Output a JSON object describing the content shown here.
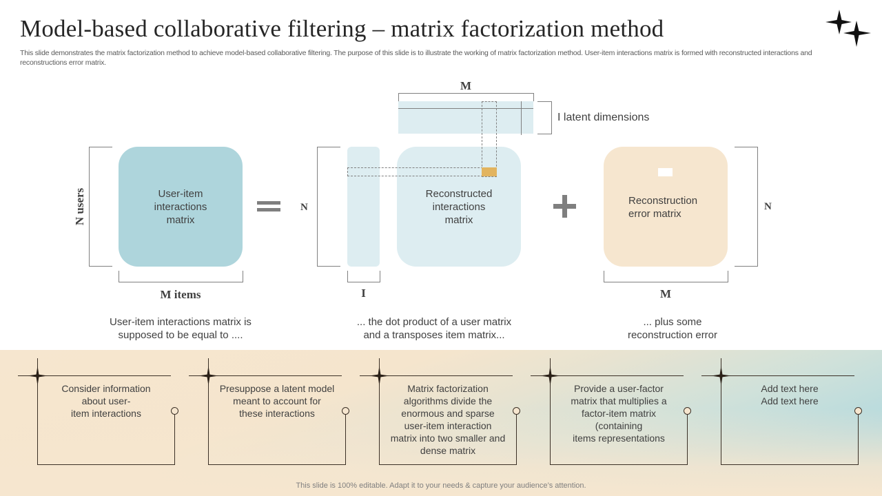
{
  "header": {
    "title": "Model-based collaborative filtering – matrix factorization method",
    "subtitle": "This slide demonstrates the matrix factorization method to achieve model-based collaborative filtering. The purpose of this slide is to illustrate the working of matrix factorization method. User-item interactions matrix is formed with reconstructed interactions and reconstructions error matrix.",
    "decoration_icon": "sparkles-icon"
  },
  "diagram": {
    "user_item_matrix": {
      "label": "User-item interactions matrix",
      "lines": [
        "User-item",
        "interactions",
        "matrix"
      ],
      "rows_label": "N users",
      "cols_label": "M items",
      "color": "#aed5dc"
    },
    "equals_symbol": "equals-icon",
    "user_matrix": {
      "rows_label": "N",
      "cols_label": "I",
      "color": "#ddedf1"
    },
    "item_matrix": {
      "cols_label": "M",
      "rows_label": "I latent dimensions",
      "color": "#ddedf1"
    },
    "reconstructed_matrix": {
      "label": "Reconstructed interactions matrix",
      "lines": [
        "Reconstructed",
        "interactions",
        "matrix"
      ],
      "color": "#ddedf1",
      "highlight_cell_color": "#e2b45f"
    },
    "plus_symbol": "plus-icon",
    "error_matrix": {
      "label": "Reconstruction error matrix",
      "lines": [
        "Reconstruction",
        "error matrix"
      ],
      "rows_label": "N",
      "cols_label": "M",
      "color": "#f6e6cf"
    },
    "captions": [
      {
        "lines": [
          "User-item interactions matrix is",
          "supposed to be equal to ...."
        ]
      },
      {
        "lines": [
          "... the dot product of a user matrix",
          "and a transposes item matrix..."
        ]
      },
      {
        "lines": [
          "... plus some",
          "reconstruction  error"
        ]
      }
    ]
  },
  "steps": [
    {
      "icon": "sparkle-icon",
      "text": "Consider information about user-item interactions",
      "lines": [
        "Consider information",
        "about user-",
        "item interactions"
      ]
    },
    {
      "icon": "sparkle-icon",
      "text": "Presuppose a latent model meant to account for these interactions",
      "lines": [
        "Presuppose a latent model",
        "meant to account for",
        "these interactions"
      ]
    },
    {
      "icon": "sparkle-icon",
      "text": "Matrix factorization algorithms divide the enormous and sparse user-item interaction matrix into two smaller and dense matrix",
      "lines": [
        "Matrix factorization",
        "algorithms divide the",
        "enormous and sparse",
        "user-item interaction",
        "matrix into two smaller and",
        "dense matrix"
      ]
    },
    {
      "icon": "sparkle-icon",
      "text": "Provide a user-factor matrix that multiplies a factor-item matrix (containing items representations",
      "lines": [
        "Provide a user-factor",
        "matrix that multiplies a",
        "factor-item matrix",
        "(containing",
        "items representations"
      ]
    },
    {
      "icon": "sparkle-icon",
      "text": "Add text here Add text here",
      "lines": [
        "Add text here",
        "Add text here"
      ]
    }
  ],
  "footer": {
    "text": "This slide is 100% editable. Adapt it to your needs & capture your audience’s attention."
  },
  "colors": {
    "title": "#262626",
    "teal": "#aed5dc",
    "light_blue": "#ddedf1",
    "peach": "#f6e6cf",
    "gold": "#e2b45f",
    "dark_line": "#3a2f25"
  }
}
